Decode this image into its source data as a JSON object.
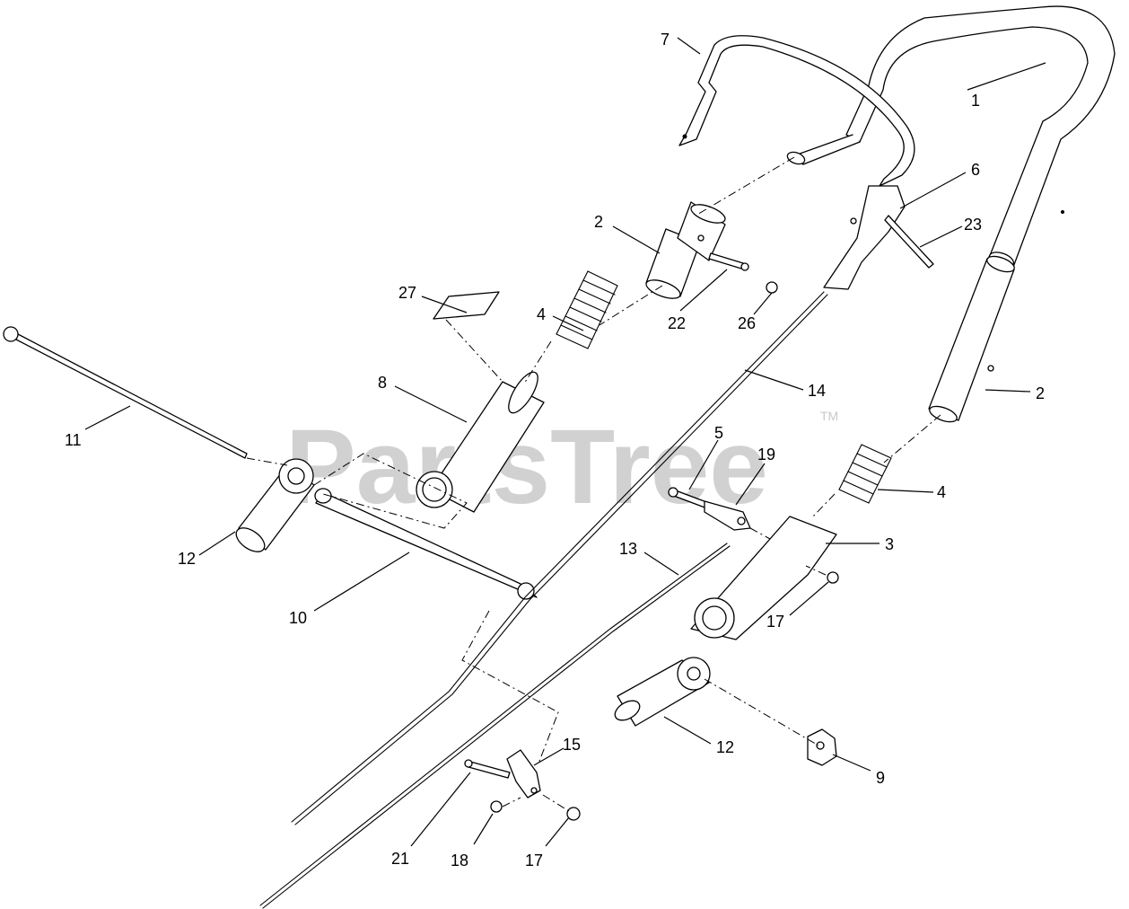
{
  "watermark": {
    "text": "PartsTree",
    "trademark": "TM"
  },
  "callouts": {
    "c1": "1",
    "c2a": "2",
    "c2b": "2",
    "c3": "3",
    "c4a": "4",
    "c4b": "4",
    "c5": "5",
    "c6": "6",
    "c7": "7",
    "c8": "8",
    "c9": "9",
    "c10": "10",
    "c11": "11",
    "c12a": "12",
    "c12b": "12",
    "c13": "13",
    "c14": "14",
    "c15": "15",
    "c17a": "17",
    "c17b": "17",
    "c18": "18",
    "c19": "19",
    "c21": "21",
    "c22": "22",
    "c23": "23",
    "c26": "26",
    "c27": "27"
  }
}
